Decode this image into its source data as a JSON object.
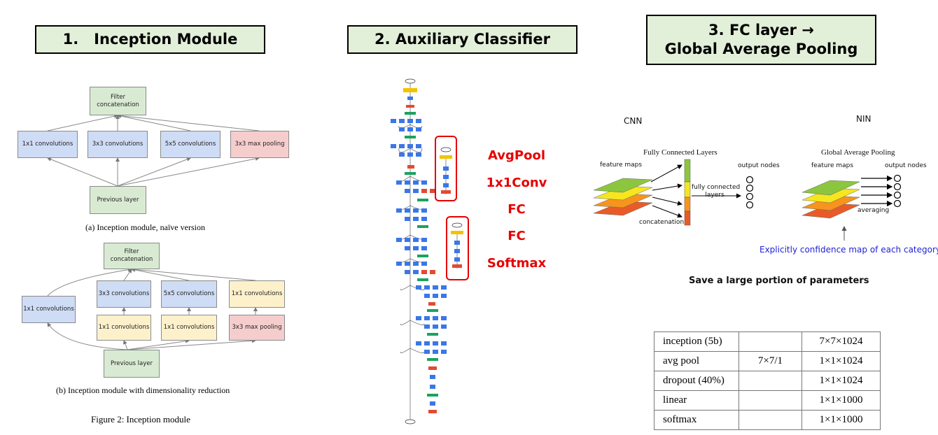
{
  "headers": {
    "inception": "1.   Inception Module",
    "auxiliary": "2. Auxiliary Classifier",
    "fc_gap": "3. FC layer →\nGlobal Average Pooling"
  },
  "inception_naive": {
    "filter_concat": "Filter\nconcatenation",
    "conv1": "1x1 convolutions",
    "conv3": "3x3 convolutions",
    "conv5": "5x5 convolutions",
    "pool": "3x3 max pooling",
    "previous": "Previous layer",
    "caption": "(a)  Inception module, naïve version"
  },
  "inception_reduced": {
    "filter_concat": "Filter\nconcatenation",
    "conv1_left": "1x1 convolutions",
    "conv3": "3x3 convolutions",
    "conv5": "5x5 convolutions",
    "conv1_top_right": "1x1 convolutions",
    "reduce1": "1x1 convolutions",
    "reduce2": "1x1 convolutions",
    "pool": "3x3 max pooling",
    "previous": "Previous layer",
    "caption": "(b)  Inception module with dimensionality reduction"
  },
  "figure_caption": "Figure 2: Inception module",
  "aux_labels": [
    "AvgPool",
    "1x1Conv",
    "FC",
    "FC",
    "Softmax"
  ],
  "gap": {
    "cnn_label": "CNN",
    "nin_label": "NIN",
    "fc_title": "Fully Connected Layers",
    "gap_title": "Global Average Pooling",
    "feature_maps_left": "feature maps",
    "feature_maps_right": "feature maps",
    "output_nodes_left": "output nodes",
    "output_nodes_right": "output nodes",
    "fully_connected_layers": "fully connected\nlayers",
    "concatenation": "concatenation",
    "averaging": "averaging",
    "confidence_note": "Explicitly confidence map of each category",
    "save_note": "Save a large portion of parameters"
  },
  "table": {
    "rows": [
      [
        "inception (5b)",
        "",
        "7×7×1024"
      ],
      [
        "avg pool",
        "7×7/1",
        "1×1×1024"
      ],
      [
        "dropout (40%)",
        "",
        "1×1×1024"
      ],
      [
        "linear",
        "",
        "1×1×1000"
      ],
      [
        "softmax",
        "",
        "1×1×1000"
      ]
    ]
  },
  "colors": {
    "header_bg": "#e2efd9",
    "red": "#e60000",
    "note_blue": "#1f1fd6",
    "layer_green": "#8cc63f",
    "layer_yellow": "#f5e61f",
    "layer_orange": "#f7941d",
    "layer_red": "#e85b29"
  }
}
